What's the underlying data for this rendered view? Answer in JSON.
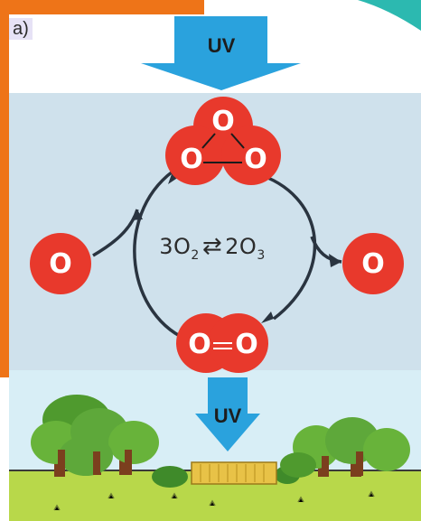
{
  "panel_label": "a)",
  "uv_top": "UV",
  "uv_bottom": "UV",
  "equation": {
    "left": "3O",
    "left_sub": "2",
    "arrows": "⇄",
    "right": "2O",
    "right_sub": "3"
  },
  "atoms": {
    "left": "O",
    "right": "O"
  },
  "ozone": {
    "top": "O",
    "bottom_left": "O",
    "bottom_right": "O"
  },
  "oxygen": {
    "left": "O",
    "right": "O"
  },
  "colors": {
    "banner_orange": "#ee7418",
    "teal_accent": "#2cb9b0",
    "sky": "#cfe1ec",
    "atom_red": "#e8392c",
    "uv_arrow": "#2aa2dd",
    "grass": "#b8d84a"
  }
}
